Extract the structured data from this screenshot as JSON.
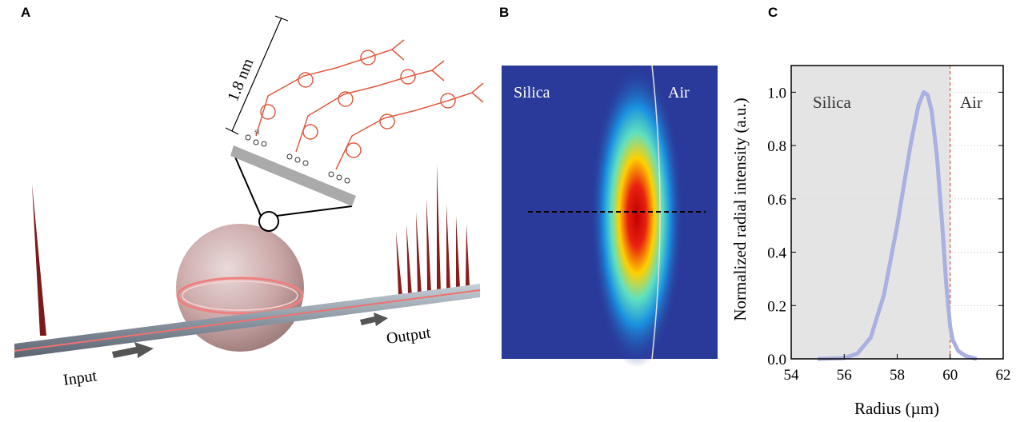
{
  "panels": {
    "a": "A",
    "b": "B",
    "c": "C"
  },
  "panel_a": {
    "length_label": "1.8 nm",
    "input_label": "Input",
    "output_label": "Output",
    "si_label": "Si"
  },
  "panel_b": {
    "left_label": "Silica",
    "right_label": "Air"
  },
  "chart_data": {
    "type": "line",
    "title": "",
    "xlabel": "Radius (µm)",
    "ylabel": "Normalized radial intensity (a.u.)",
    "xlim": [
      54,
      62
    ],
    "ylim": [
      0,
      1.1
    ],
    "xticks": [
      "54",
      "56",
      "58",
      "60",
      "62"
    ],
    "yticks": [
      "0.0",
      "0.2",
      "0.4",
      "0.6",
      "0.8",
      "1.0"
    ],
    "region_labels": {
      "left": "Silica",
      "right": "Air"
    },
    "boundary_x": 60,
    "series": [
      {
        "name": "intensity",
        "color": "#aab0e0",
        "x": [
          55,
          56,
          56.5,
          57,
          57.5,
          58,
          58.5,
          58.8,
          59,
          59.15,
          59.3,
          59.5,
          59.7,
          59.85,
          60,
          60.1,
          60.3,
          60.6,
          61
        ],
        "y": [
          0,
          0.003,
          0.02,
          0.08,
          0.24,
          0.5,
          0.8,
          0.95,
          1.0,
          0.99,
          0.93,
          0.76,
          0.5,
          0.28,
          0.12,
          0.07,
          0.03,
          0.01,
          0
        ]
      }
    ]
  }
}
